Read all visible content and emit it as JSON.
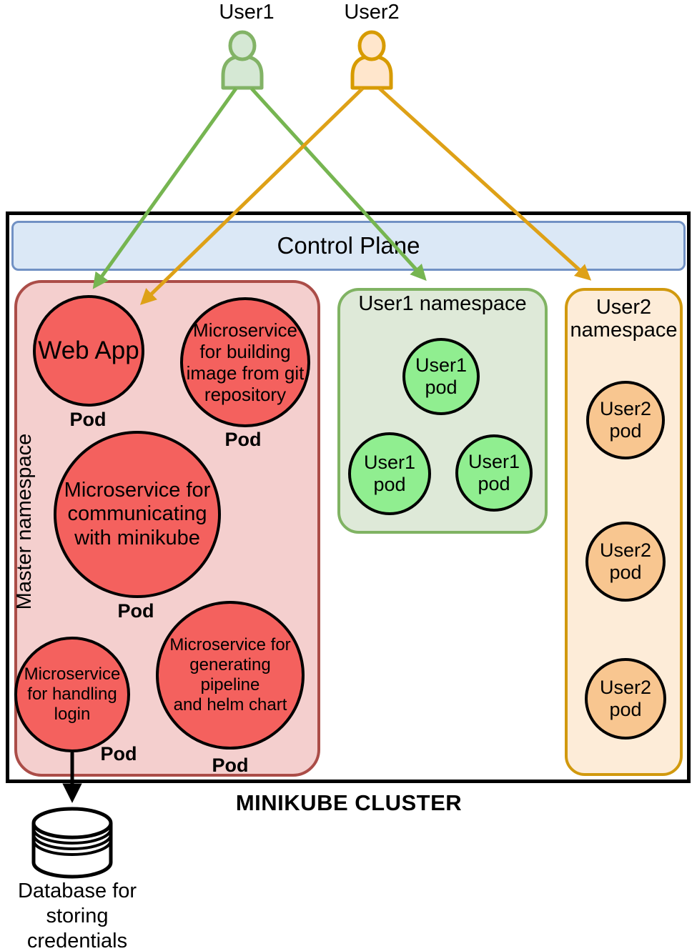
{
  "actors": [
    {
      "label": "User1",
      "icon": "person-icon",
      "color": "#82b366"
    },
    {
      "label": "User2",
      "icon": "person-icon",
      "color": "#d79b00"
    }
  ],
  "control_plane": {
    "label": "Control Plane"
  },
  "cluster": {
    "label": "MINIKUBE CLUSTER"
  },
  "master_namespace": {
    "label": "Master namespace",
    "pods": [
      {
        "name": "Web App",
        "tag": "Pod"
      },
      {
        "name": "Microservice\nfor building\nimage from git\nrepository",
        "tag": "Pod"
      },
      {
        "name": "Microservice for\ncommunicating\nwith minikube",
        "tag": "Pod"
      },
      {
        "name": "Microservice\nfor handling\nlogin",
        "tag": "Pod"
      },
      {
        "name": "Microservice for\ngenerating pipeline\nand helm chart",
        "tag": "Pod"
      }
    ]
  },
  "user1_namespace": {
    "label": "User1 namespace",
    "pods": [
      {
        "name": "User1\npod"
      },
      {
        "name": "User1\npod"
      },
      {
        "name": "User1\npod"
      }
    ]
  },
  "user2_namespace": {
    "label": "User2 namespace",
    "pods": [
      {
        "name": "User2\npod"
      },
      {
        "name": "User2\npod"
      },
      {
        "name": "User2\npod"
      }
    ]
  },
  "database": {
    "label": "Database for\nstoring\ncredentials"
  },
  "colors": {
    "pod_red": "#f4615e",
    "master_ns_fill": "#f4cfce",
    "master_ns_border": "#ab4d48",
    "control_plane_fill": "#dbe8f6",
    "control_plane_border": "#7191c4",
    "user1_ns_fill": "#dee9d8",
    "user1_ns_border": "#80b363",
    "user1_pod_fill": "#90ee90",
    "user2_ns_fill": "#fdecd8",
    "user2_ns_border": "#d1990e",
    "user2_pod_fill": "#f8c690",
    "arrow_green": "#76b551",
    "arrow_orange": "#dea117"
  }
}
